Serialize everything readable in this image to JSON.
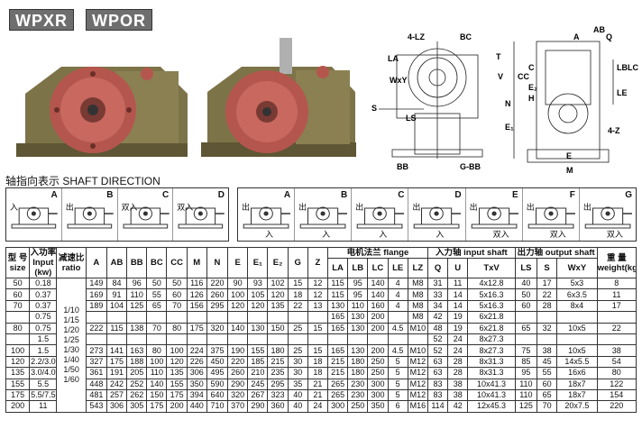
{
  "badges": [
    "WPXR",
    "WPOR"
  ],
  "drawing_labels": {
    "lz": "4-LZ",
    "bc": "BC",
    "la": "LA",
    "wxy": "WxY",
    "t": "T",
    "v": "V",
    "s": "S",
    "ls": "LS",
    "n": "N",
    "e1": "E₁",
    "bb": "BB",
    "g_bb": "G-BB",
    "ab": "AB",
    "a": "A",
    "q": "Q",
    "lb": "LB",
    "lc": "LC",
    "le": "LE",
    "cc": "CC",
    "c": "C",
    "e2": "E₂",
    "h": "H",
    "z4": "4-Z",
    "e": "E",
    "m": "M"
  },
  "direction": {
    "title": "轴指向表示  SHAFT DIRECTION",
    "group1": [
      {
        "letter": "A",
        "tags": [
          "入"
        ]
      },
      {
        "letter": "B",
        "tags": [
          "出"
        ]
      },
      {
        "letter": "C",
        "tags": [
          "双入"
        ]
      },
      {
        "letter": "D",
        "tags": [
          "双入"
        ]
      }
    ],
    "group2": [
      {
        "letter": "A",
        "tags": [
          "出",
          "入"
        ]
      },
      {
        "letter": "B",
        "tags": [
          "出",
          "入"
        ]
      },
      {
        "letter": "C",
        "tags": [
          "出",
          "入"
        ]
      },
      {
        "letter": "D",
        "tags": [
          "出",
          "入"
        ]
      },
      {
        "letter": "E",
        "tags": [
          "出",
          "双入"
        ]
      },
      {
        "letter": "F",
        "tags": [
          "出",
          "双入"
        ]
      },
      {
        "letter": "G",
        "tags": [
          "出",
          "双入"
        ]
      }
    ]
  },
  "table": {
    "head": {
      "size": "型 号",
      "size_en": "size",
      "input": "入功率",
      "input_en": "Input",
      "input_unit": "(kw)",
      "ratio": "减速比",
      "ratio_en": "ratio",
      "dims": [
        "A",
        "AB",
        "BB",
        "BC",
        "CC",
        "M",
        "N",
        "E",
        "E₁",
        "E₂",
        "G",
        "Z"
      ],
      "flange": "电机法兰  flange",
      "flange_cols": [
        "LA",
        "LB",
        "LC",
        "LE",
        "LZ"
      ],
      "input_shaft": "入力轴 input shaft",
      "input_cols": [
        "Q",
        "U",
        "TxV"
      ],
      "output_shaft": "出力轴 output shaft",
      "output_cols": [
        "LS",
        "S",
        "WxY"
      ],
      "weight": "重  量",
      "weight_en": "weight(kg)"
    },
    "ratio_values": [
      "1/10",
      "1/15",
      "1/20",
      "1/25",
      "1/30",
      "1/40",
      "1/50",
      "1/60"
    ],
    "rows": [
      [
        "50",
        "0.18",
        "149",
        "84",
        "96",
        "50",
        "50",
        "116",
        "220",
        "90",
        "93",
        "102",
        "15",
        "12",
        "115",
        "95",
        "140",
        "4",
        "M8",
        "31",
        "11",
        "4x12.8",
        "40",
        "17",
        "5x3",
        "8"
      ],
      [
        "60",
        "0.37",
        "169",
        "91",
        "110",
        "55",
        "60",
        "126",
        "260",
        "100",
        "105",
        "120",
        "18",
        "12",
        "115",
        "95",
        "140",
        "4",
        "M8",
        "33",
        "14",
        "5x16.3",
        "50",
        "22",
        "6x3.5",
        "11"
      ],
      [
        "70",
        "0.37",
        "189",
        "104",
        "125",
        "65",
        "70",
        "156",
        "295",
        "120",
        "120",
        "135",
        "22",
        "13",
        "130",
        "110",
        "160",
        "4",
        "M8",
        "34",
        "14",
        "5x16.3",
        "60",
        "28",
        "8x4",
        "17"
      ],
      [
        "",
        "0.75",
        "",
        "",
        "",
        "",
        "",
        "",
        "",
        "",
        "",
        "",
        "",
        "",
        "165",
        "130",
        "200",
        "",
        "M8",
        "42",
        "19",
        "6x21.8",
        "",
        "",
        "",
        ""
      ],
      [
        "80",
        "0.75",
        "222",
        "115",
        "138",
        "70",
        "80",
        "175",
        "320",
        "140",
        "130",
        "150",
        "25",
        "15",
        "165",
        "130",
        "200",
        "4.5",
        "M10",
        "48",
        "19",
        "6x21.8",
        "65",
        "32",
        "10x5",
        "22"
      ],
      [
        "",
        "1.5",
        "",
        "",
        "",
        "",
        "",
        "",
        "",
        "",
        "",
        "",
        "",
        "",
        "",
        "",
        "",
        "",
        "",
        "52",
        "24",
        "8x27.3",
        "",
        "",
        "",
        ""
      ],
      [
        "100",
        "1.5",
        "273",
        "141",
        "163",
        "80",
        "100",
        "224",
        "375",
        "190",
        "155",
        "180",
        "25",
        "15",
        "165",
        "130",
        "200",
        "4.5",
        "M10",
        "52",
        "24",
        "8x27.3",
        "75",
        "38",
        "10x5",
        "38"
      ],
      [
        "120",
        "2.2/3.0",
        "327",
        "175",
        "188",
        "100",
        "120",
        "226",
        "450",
        "220",
        "185",
        "215",
        "30",
        "18",
        "215",
        "180",
        "250",
        "5",
        "M12",
        "63",
        "28",
        "8x31.3",
        "85",
        "45",
        "14x5.5",
        "54"
      ],
      [
        "135",
        "3.0/4.0",
        "361",
        "191",
        "205",
        "110",
        "135",
        "306",
        "495",
        "260",
        "210",
        "235",
        "30",
        "18",
        "215",
        "180",
        "250",
        "5",
        "M12",
        "63",
        "28",
        "8x31.3",
        "95",
        "55",
        "16x6",
        "80"
      ],
      [
        "155",
        "5.5",
        "448",
        "242",
        "252",
        "140",
        "155",
        "350",
        "590",
        "290",
        "245",
        "295",
        "35",
        "21",
        "265",
        "230",
        "300",
        "5",
        "M12",
        "83",
        "38",
        "10x41.3",
        "110",
        "60",
        "18x7",
        "122"
      ],
      [
        "175",
        "5.5/7.5",
        "481",
        "257",
        "262",
        "150",
        "175",
        "394",
        "640",
        "320",
        "267",
        "323",
        "40",
        "21",
        "265",
        "230",
        "300",
        "5",
        "M12",
        "83",
        "38",
        "10x41.3",
        "110",
        "65",
        "18x7",
        "154"
      ],
      [
        "200",
        "11",
        "543",
        "306",
        "305",
        "175",
        "200",
        "440",
        "710",
        "370",
        "290",
        "360",
        "40",
        "24",
        "300",
        "250",
        "350",
        "6",
        "M16",
        "114",
        "42",
        "12x45.3",
        "125",
        "70",
        "20x7.5",
        "220"
      ]
    ]
  }
}
